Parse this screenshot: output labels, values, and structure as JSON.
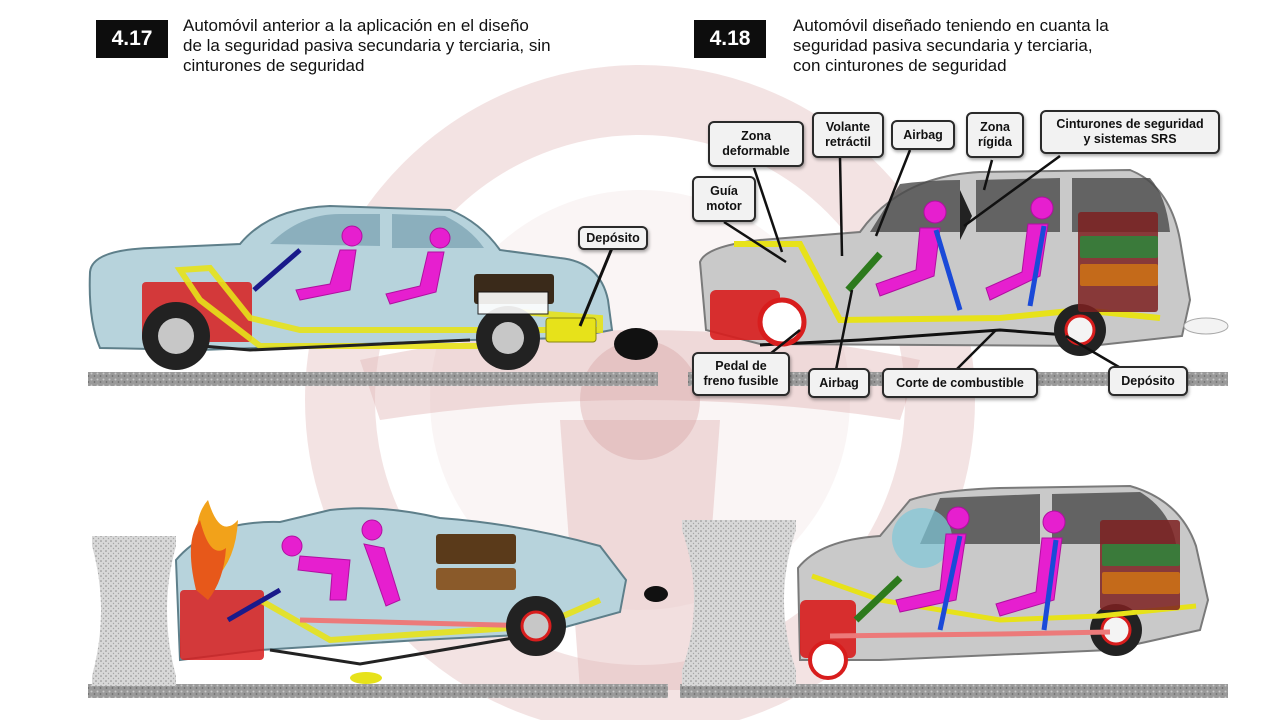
{
  "figures": [
    {
      "number": "4.17",
      "caption_line1": "Automóvil anterior a la aplicación en el diseño",
      "caption_line2": "de la seguridad pasiva secundaria y terciaria, sin",
      "caption_line3": "cinturones de seguridad",
      "callouts": [
        "Depósito"
      ]
    },
    {
      "number": "4.18",
      "caption_line1": "Automóvil diseñado teniendo en cuanta la",
      "caption_line2": "seguridad pasiva secundaria y terciaria,",
      "caption_line3": "con cinturones de seguridad",
      "callouts": [
        "Zona\ndeformable",
        "Volante\nretráctil",
        "Airbag",
        "Zona\nrígida",
        "Cinturones de seguridad\ny sistemas SRS",
        "Guía\nmotor",
        "Pedal de\nfreno fusible",
        "Airbag",
        "Corte de combustible",
        "Depósito"
      ]
    }
  ],
  "colors": {
    "dummy": "#e61fcf",
    "chassis": "#e7e21a",
    "engine": "#d81d1d",
    "old_car_body": "#b7d3dc",
    "new_car_body": "#c9c9c9",
    "road": "#8a8a8a",
    "watermark": "#d9a0a0"
  }
}
